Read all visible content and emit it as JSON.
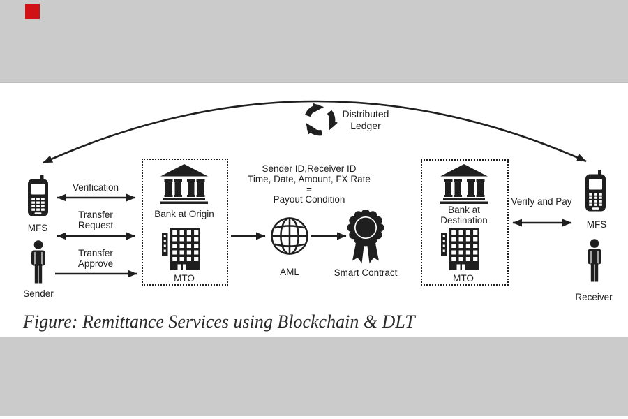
{
  "colors": {
    "band": "#cbcbcb",
    "ink": "#1f1f1f",
    "red": "#d01217",
    "paper": "#ffffff"
  },
  "caption": {
    "text": "Figure: Remittance Services using Blockchain & DLT"
  },
  "ledger": {
    "line1": "Distributed",
    "line2": "Ledger"
  },
  "sender_side": {
    "device_label": "MFS",
    "actor_label": "Sender",
    "flow1": "Verification",
    "flow2_line1": "Transfer",
    "flow2_line2": "Request",
    "flow3_line1": "Transfer",
    "flow3_line2": "Approve"
  },
  "origin_box": {
    "bank_label": "Bank at Origin",
    "mto_label": "MTO"
  },
  "payout": {
    "line1": "Sender ID,Receiver ID",
    "line2": "Time, Date, Amount, FX Rate",
    "line3": "=",
    "line4": "Payout Condition"
  },
  "aml": {
    "label": "AML"
  },
  "smart_contract": {
    "label": "Smart Contract"
  },
  "destination_box": {
    "bank_line1": "Bank at",
    "bank_line2": "Destination",
    "mto_label": "MTO"
  },
  "receiver_side": {
    "flow1": "Verify and Pay",
    "device_label": "MFS",
    "actor_label": "Receiver"
  },
  "icons": {
    "ledger": "circular-arrows-icon",
    "device": "mobile-phone-icon",
    "actor": "person-icon",
    "bank": "bank-building-icon",
    "mto": "office-building-icon",
    "aml": "globe-icon",
    "smart_contract": "award-seal-icon"
  }
}
